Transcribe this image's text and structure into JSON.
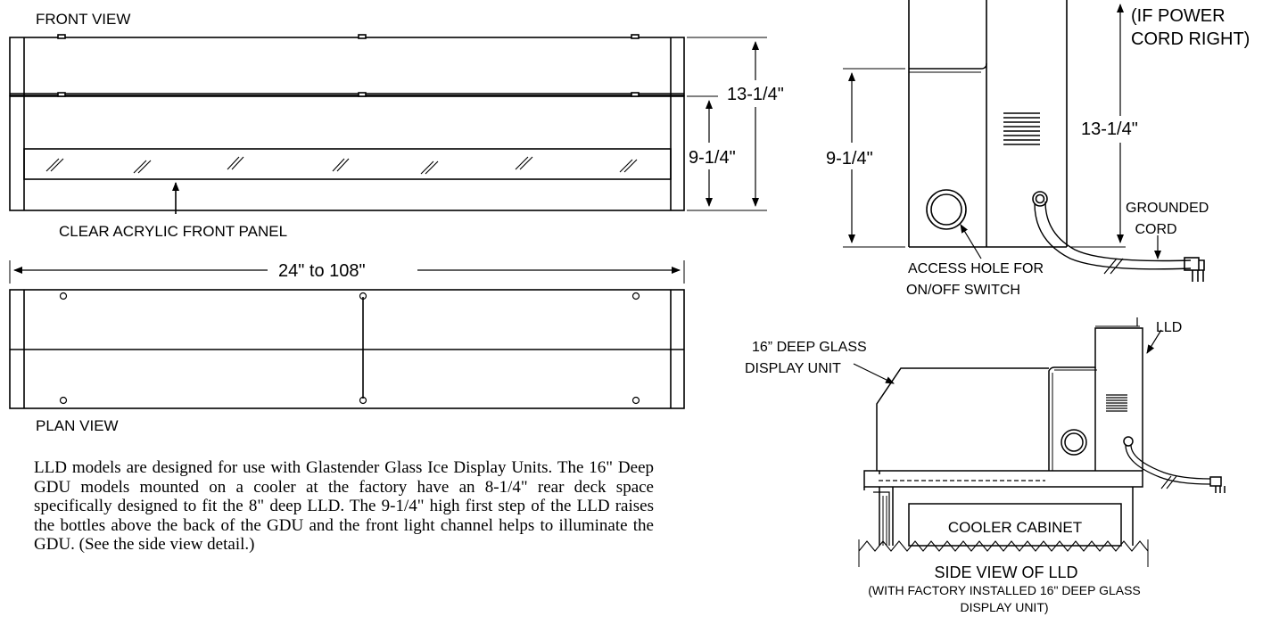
{
  "front_view": {
    "title": "FRONT VIEW",
    "dim_total": "13-1/4\"",
    "dim_step": "9-1/4\"",
    "panel_label": "CLEAR ACRYLIC FRONT PANEL"
  },
  "plan_view": {
    "title": "PLAN VIEW",
    "length": "24\" to 108\""
  },
  "end_view": {
    "cord_note_line1": "(IF POWER",
    "cord_note_line2": "CORD RIGHT)",
    "dim_step": "9-1/4\"",
    "dim_total": "13-1/4\"",
    "cord_label_line1": "GROUNDED",
    "cord_label_line2": "CORD",
    "switch_label_line1": "ACCESS HOLE FOR",
    "switch_label_line2": "ON/OFF SWITCH"
  },
  "side_view": {
    "gdu_label_line1": "16” DEEP GLASS",
    "gdu_label_line2": "DISPLAY UNIT",
    "lld_label": "LLD",
    "cabinet_label": "COOLER CABINET",
    "title": "SIDE VIEW OF LLD",
    "subtitle_line1": "(WITH FACTORY INSTALLED 16\" DEEP GLASS",
    "subtitle_line2": "DISPLAY UNIT)"
  },
  "description": "LLD models are designed for use with Glastender Glass Ice Display Units.  The 16\" Deep GDU models mounted on a cooler at the factory have an 8-1/4\" rear deck space specifically designed to fit the 8\" deep LLD. The 9-1/4\" high first step of the LLD raises the bottles above the back of the GDU and the front light channel helps to illuminate the GDU. (See the side view detail.)"
}
